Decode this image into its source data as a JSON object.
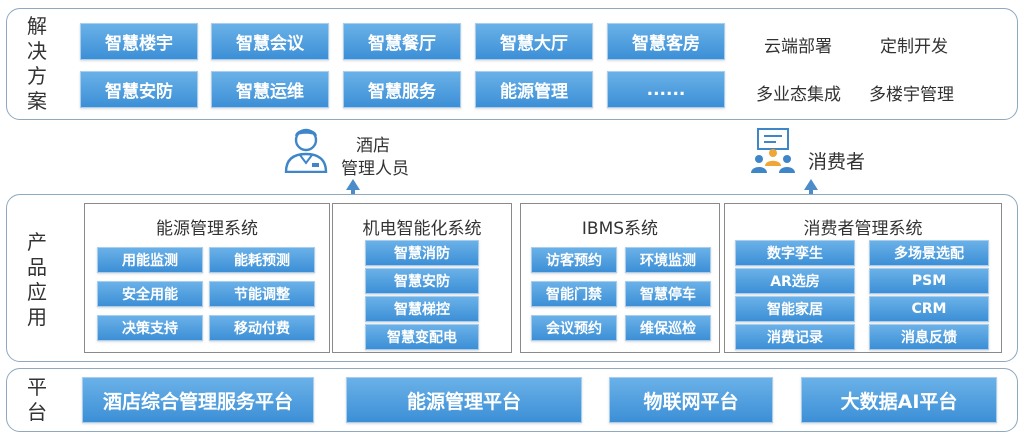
{
  "solutions": {
    "label": [
      "解",
      "决",
      "方",
      "案"
    ],
    "buttons": [
      "智慧楼宇",
      "智慧会议",
      "智慧餐厅",
      "智慧大厅",
      "智慧客房",
      "智慧安防",
      "智慧运维",
      "智慧服务",
      "能源管理",
      "......"
    ],
    "features": [
      "云端部署",
      "定制开发",
      "多业态集成",
      "多楼宇管理"
    ]
  },
  "actors": {
    "staff": [
      "酒店",
      "管理人员"
    ],
    "consumer": "消费者"
  },
  "products": {
    "label": [
      "产",
      "品",
      "应",
      "用"
    ],
    "energy": {
      "title": "能源管理系统",
      "items": [
        "用能监测",
        "能耗预测",
        "安全用能",
        "节能调整",
        "决策支持",
        "移动付费"
      ]
    },
    "mep": {
      "title": "机电智能化系统",
      "items": [
        "智慧消防",
        "智慧安防",
        "智慧梯控",
        "智慧变配电"
      ]
    },
    "ibms": {
      "title": "IBMS系统",
      "items": [
        "访客预约",
        "环境监测",
        "智能门禁",
        "智慧停车",
        "会议预约",
        "维保巡检"
      ]
    },
    "consumer": {
      "title": "消费者管理系统",
      "items": [
        "数字孪生",
        "多场景选配",
        "AR选房",
        "PSM",
        "智能家居",
        "CRM",
        "消费记录",
        "消息反馈"
      ]
    }
  },
  "platform": {
    "label": [
      "平",
      "台"
    ],
    "buttons": [
      "酒店综合管理服务平台",
      "能源管理平台",
      "物联网平台",
      "大数据AI平台"
    ]
  },
  "colors": {
    "button_top": "#6ab1e8",
    "button_bottom": "#3c8fd6",
    "frame": "#8fa9bf",
    "arrow": "#4c8cc9"
  }
}
